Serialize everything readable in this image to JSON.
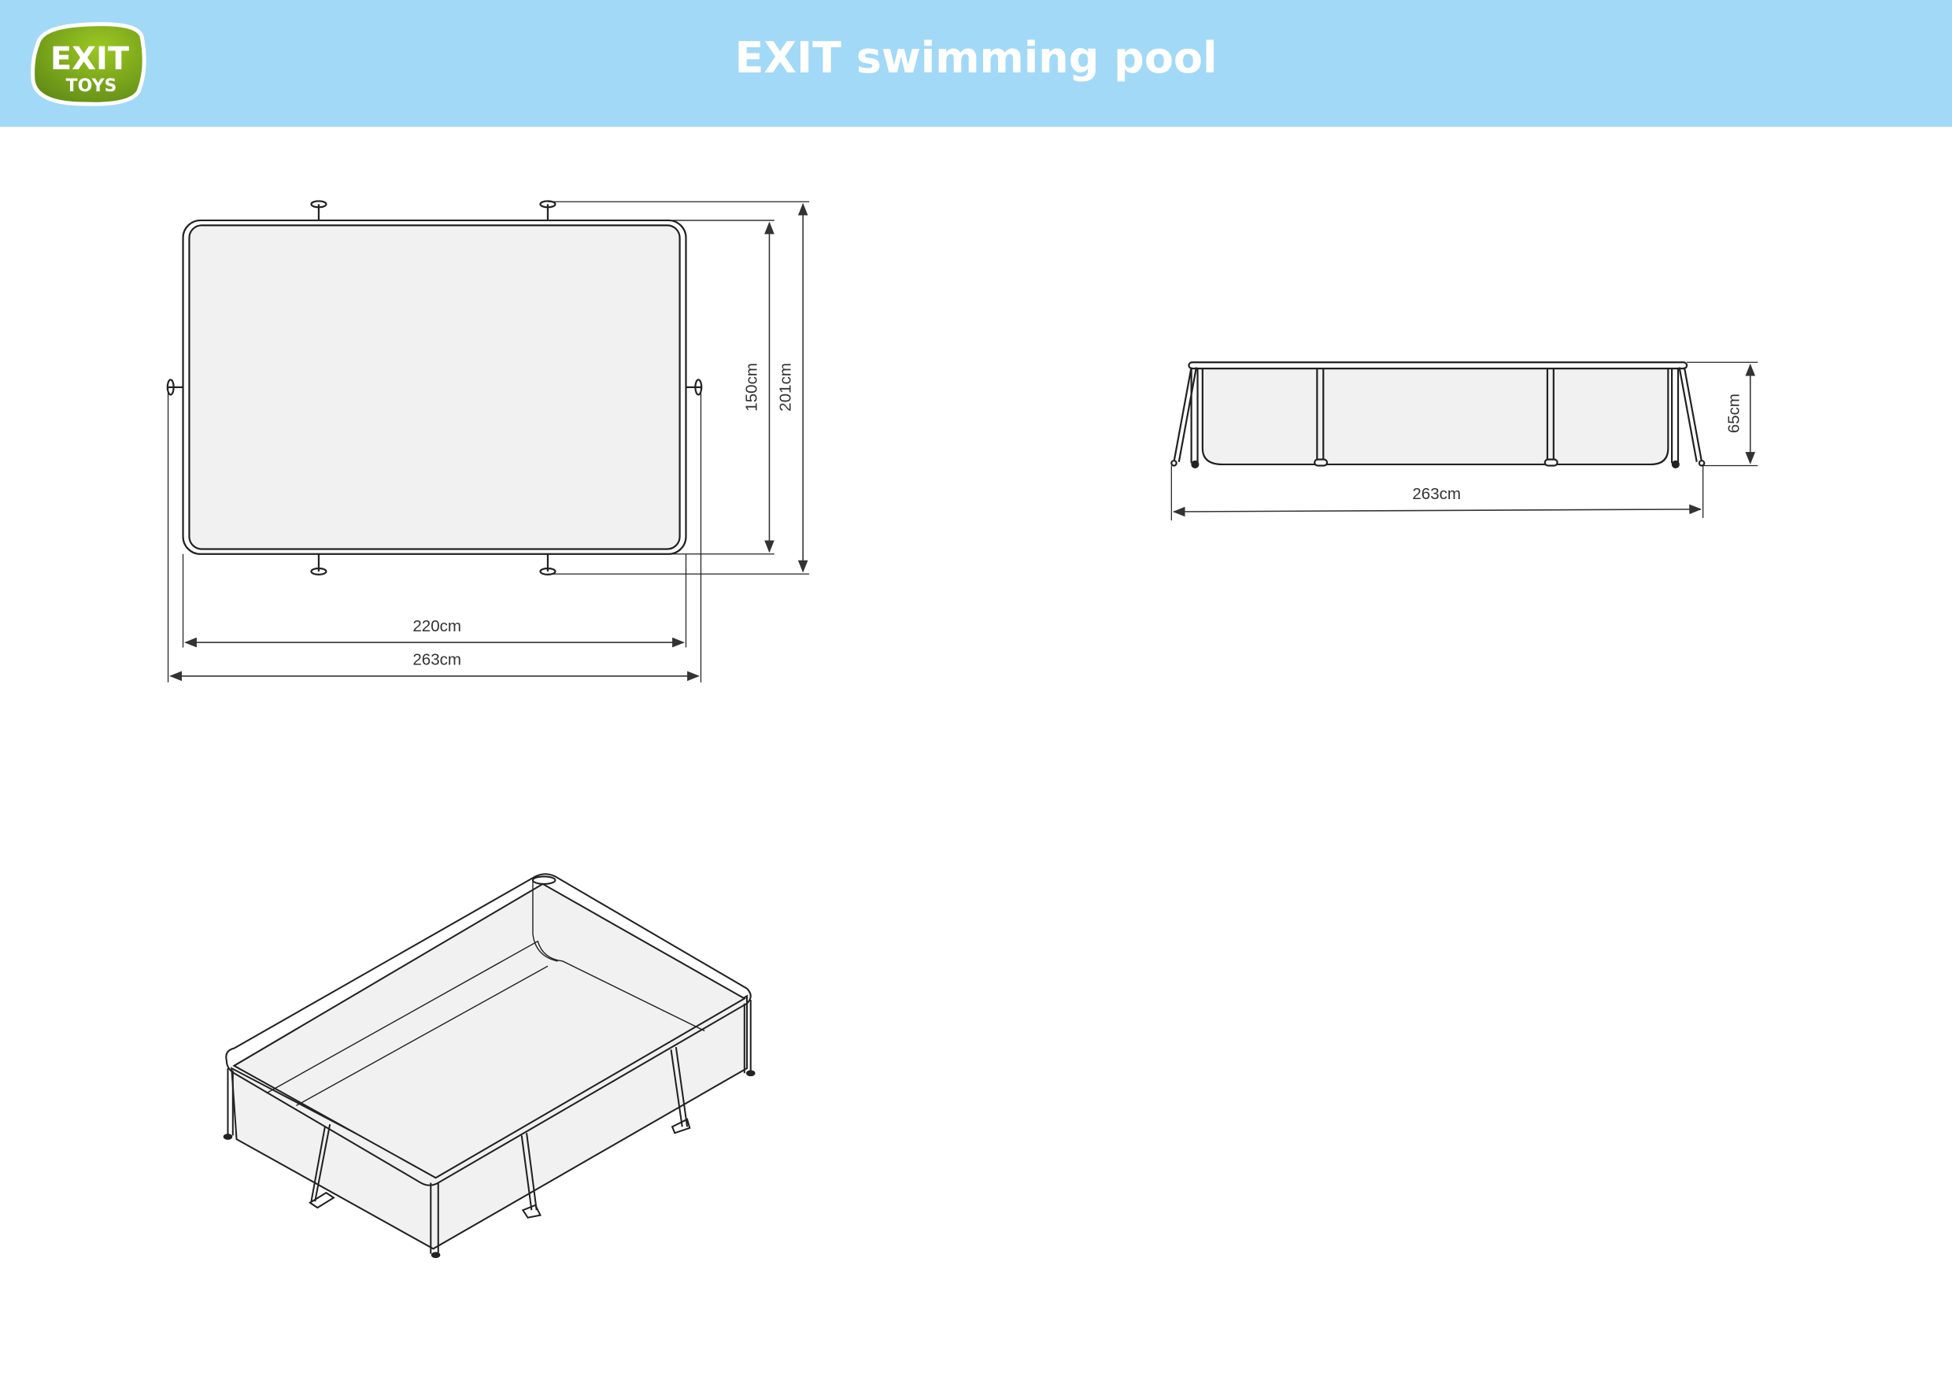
{
  "header": {
    "title": "EXIT swimming pool",
    "logo_text_top": "EXIT",
    "logo_text_bottom": "TOYS",
    "background_color": "#a2d9f7",
    "logo_color": "#6f9a1c"
  },
  "top_view": {
    "inner_width": "220cm",
    "outer_width": "263cm",
    "inner_depth": "150cm",
    "outer_depth": "201cm"
  },
  "side_view": {
    "length": "263cm",
    "height": "65cm"
  }
}
